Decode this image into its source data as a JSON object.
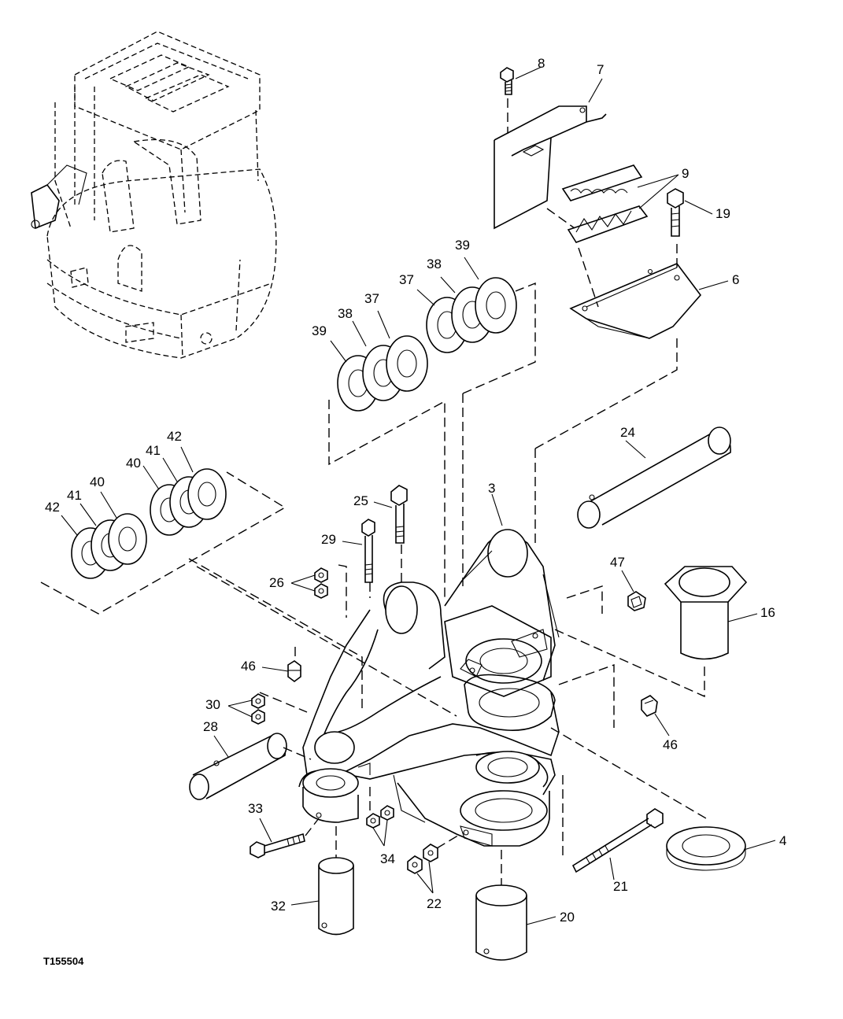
{
  "figure_id": "T155504",
  "callouts": [
    {
      "id": "c8",
      "text": "8"
    },
    {
      "id": "c7",
      "text": "7"
    },
    {
      "id": "c9",
      "text": "9"
    },
    {
      "id": "c19",
      "text": "19"
    },
    {
      "id": "c6",
      "text": "6"
    },
    {
      "id": "c39a",
      "text": "39"
    },
    {
      "id": "c38a",
      "text": "38"
    },
    {
      "id": "c37a",
      "text": "37"
    },
    {
      "id": "c37b",
      "text": "37"
    },
    {
      "id": "c38b",
      "text": "38"
    },
    {
      "id": "c39b",
      "text": "39"
    },
    {
      "id": "c24",
      "text": "24"
    },
    {
      "id": "c42a",
      "text": "42"
    },
    {
      "id": "c41a",
      "text": "41"
    },
    {
      "id": "c40a",
      "text": "40"
    },
    {
      "id": "c40b",
      "text": "40"
    },
    {
      "id": "c41b",
      "text": "41"
    },
    {
      "id": "c42b",
      "text": "42"
    },
    {
      "id": "c25",
      "text": "25"
    },
    {
      "id": "c3",
      "text": "3"
    },
    {
      "id": "c29",
      "text": "29"
    },
    {
      "id": "c47",
      "text": "47"
    },
    {
      "id": "c26",
      "text": "26"
    },
    {
      "id": "c16",
      "text": "16"
    },
    {
      "id": "c46a",
      "text": "46"
    },
    {
      "id": "c30",
      "text": "30"
    },
    {
      "id": "c46b",
      "text": "46"
    },
    {
      "id": "c28",
      "text": "28"
    },
    {
      "id": "c33",
      "text": "33"
    },
    {
      "id": "c34",
      "text": "34"
    },
    {
      "id": "c4",
      "text": "4"
    },
    {
      "id": "c21",
      "text": "21"
    },
    {
      "id": "c22",
      "text": "22"
    },
    {
      "id": "c32",
      "text": "32"
    },
    {
      "id": "c20",
      "text": "20"
    }
  ]
}
